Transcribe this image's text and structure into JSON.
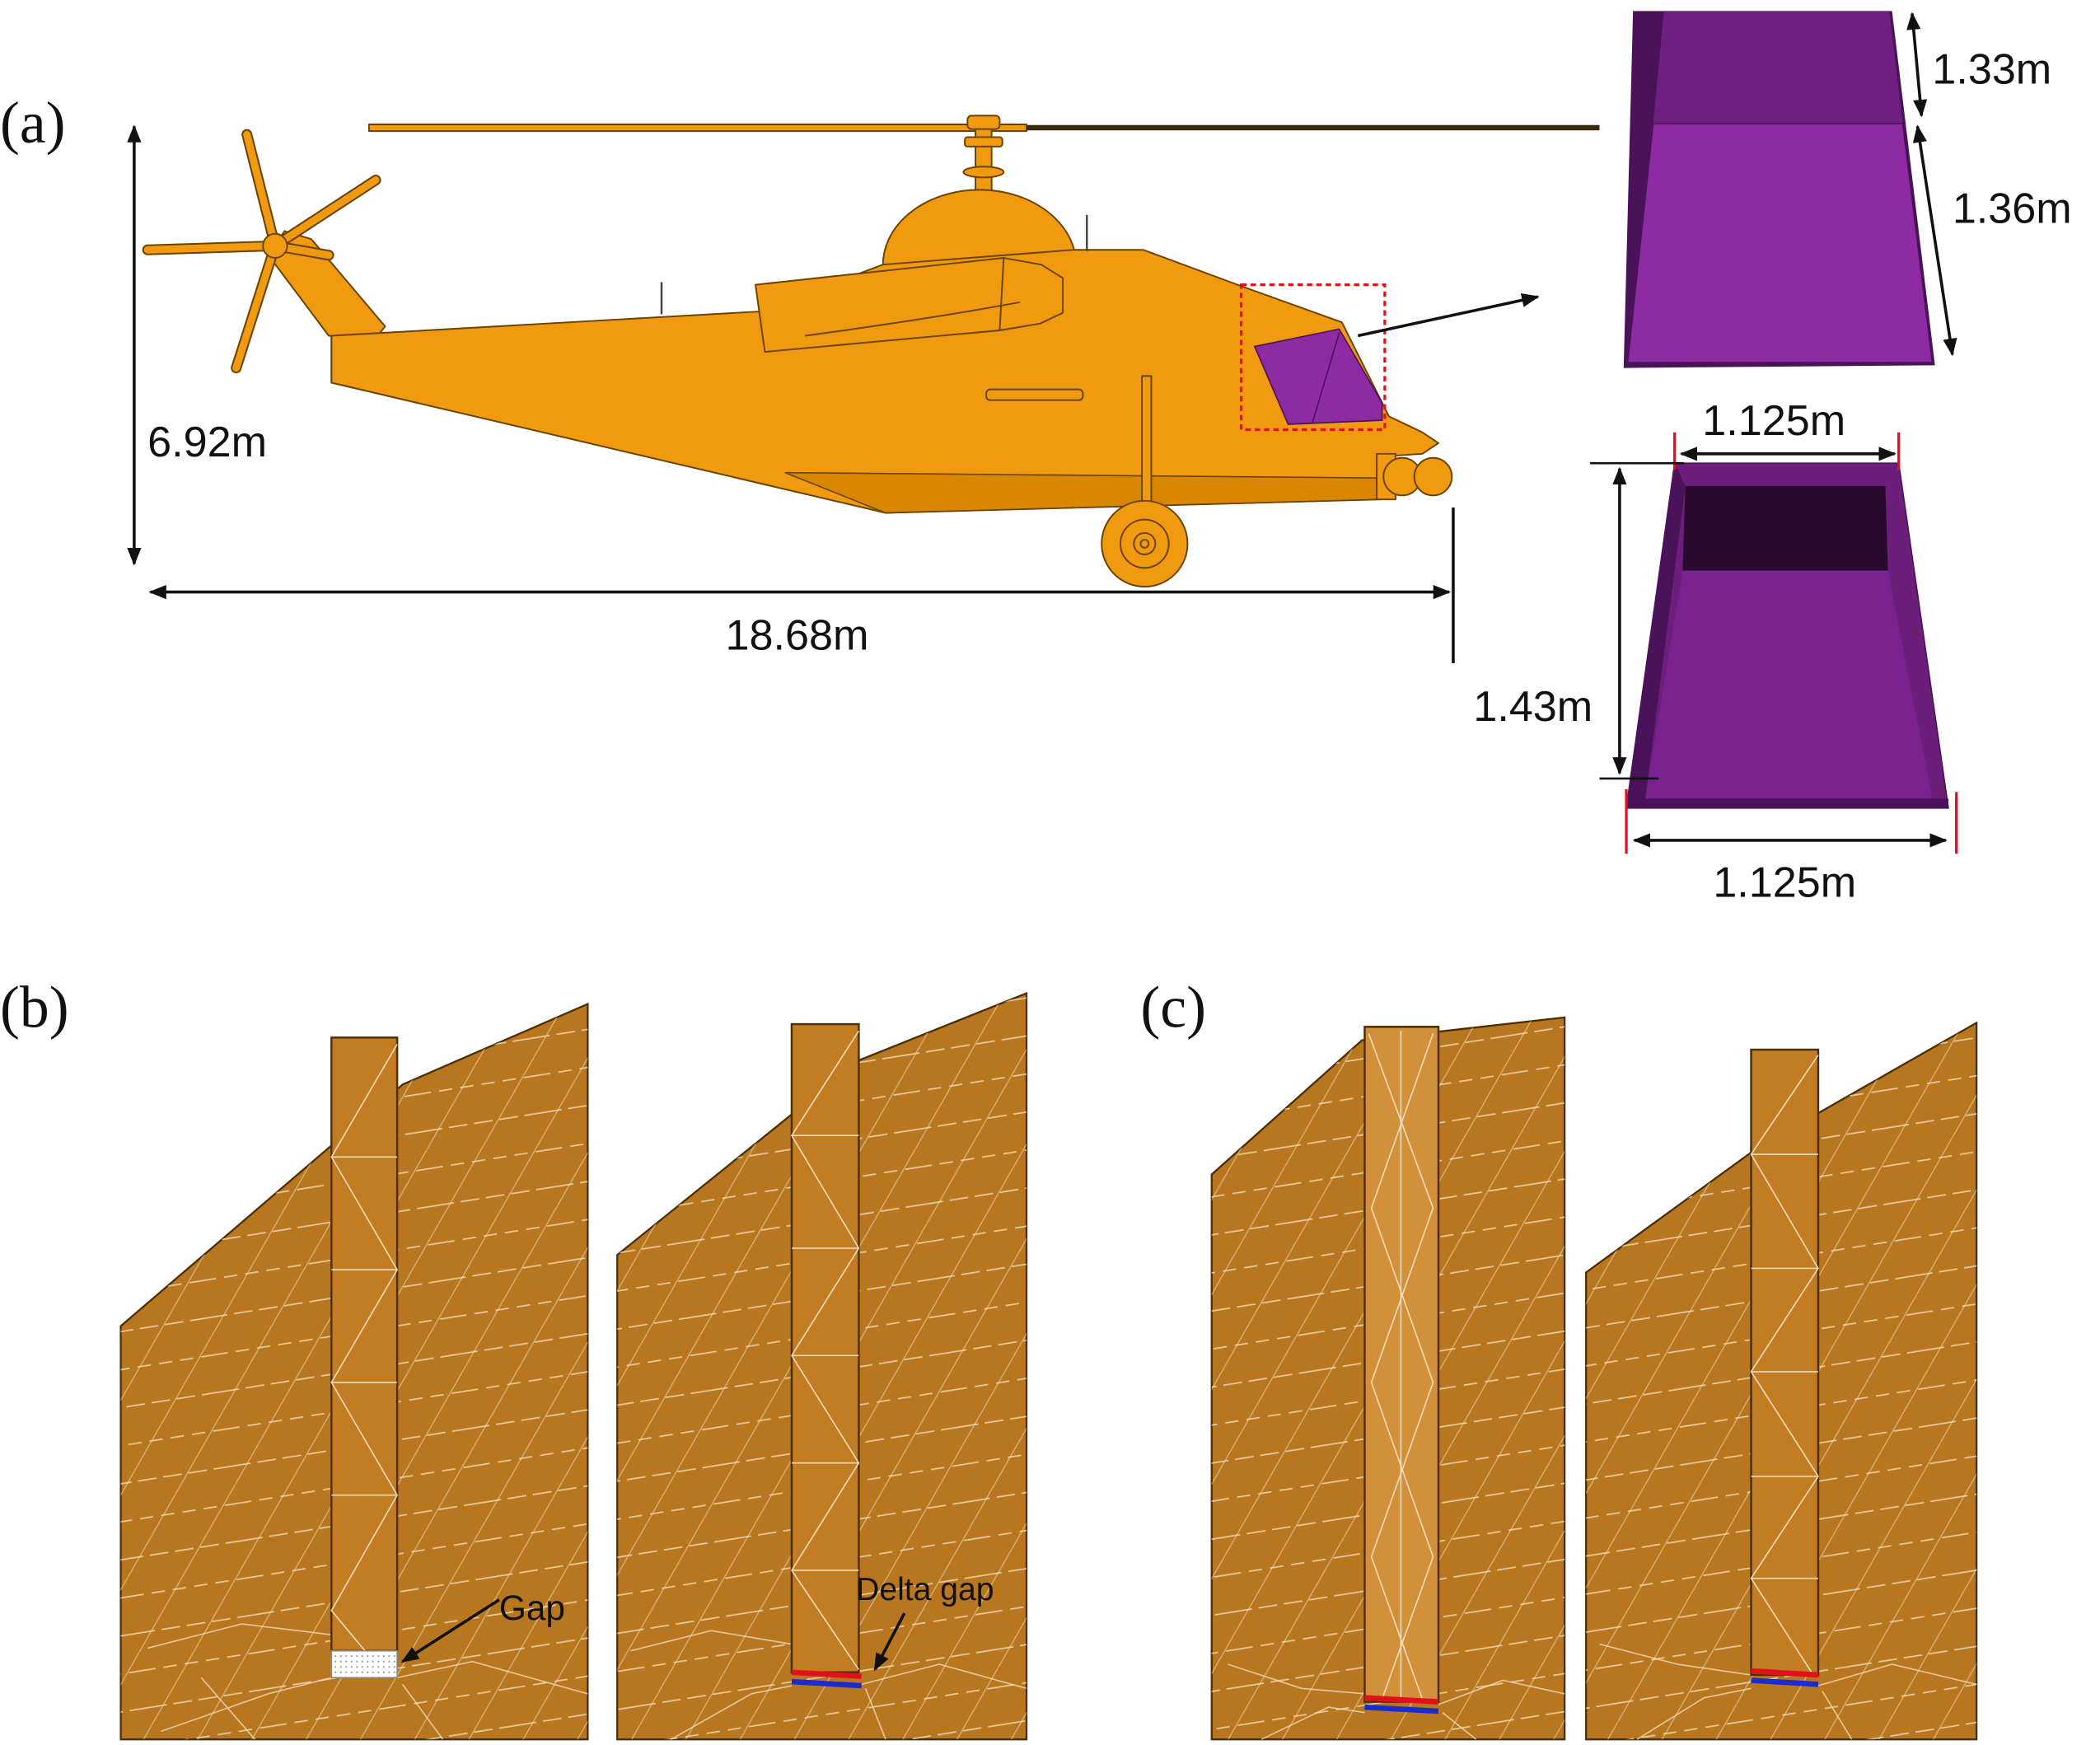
{
  "panel_a": {
    "label": "(a)",
    "height": "6.92m",
    "length": "18.68m",
    "windshield_side": {
      "top_depth": "1.33m",
      "slant_length": "1.36m"
    },
    "windshield_front": {
      "top_width": "1.125m",
      "height": "1.43m",
      "bottom_width": "1.125m"
    }
  },
  "panel_b": {
    "label": "(b)",
    "gap_label": "Gap",
    "delta_gap_label": "Delta gap"
  },
  "panel_c": {
    "label": "(c)"
  },
  "colors": {
    "fuselage": "#F09A10",
    "windshield": "#8E2AA2",
    "mesh": "#B8771F",
    "monopole": "#C27C22",
    "feed_red": "#E3101C",
    "feed_blue": "#1A2BD0"
  }
}
